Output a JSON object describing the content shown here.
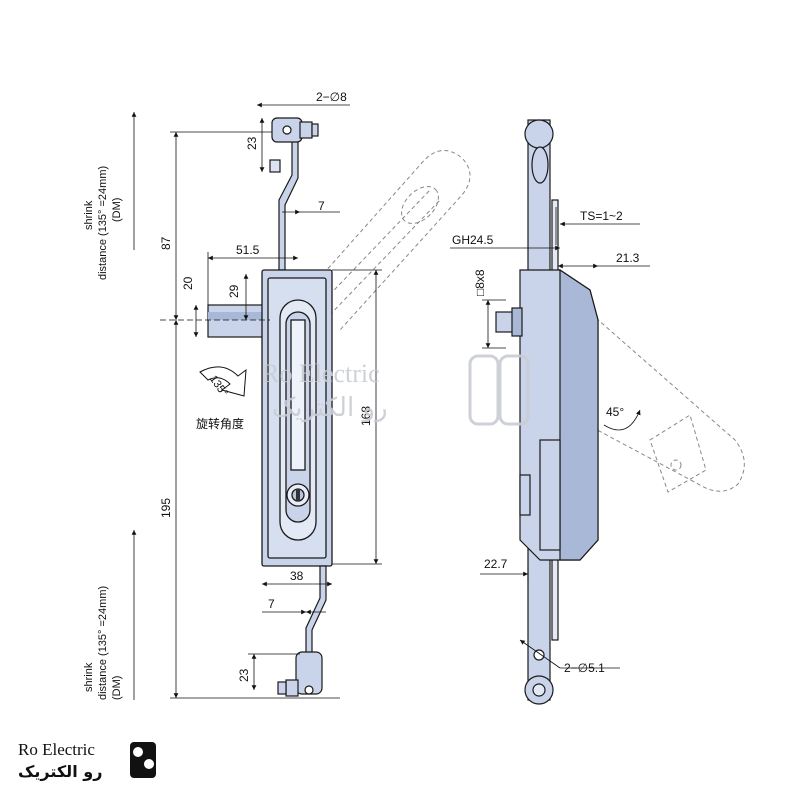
{
  "dimensions": {
    "holes_top": "2−∅8",
    "d23_top": "23",
    "d7_top": "7",
    "d87": "87",
    "d51_5": "51.5",
    "d20": "20",
    "d29": "29",
    "d168": "168",
    "d195": "195",
    "d38": "38",
    "d7_bottom": "7",
    "d23_bottom": "23",
    "ts": "TS=1~2",
    "gh": "GH24.5",
    "d21_3": "21.3",
    "square": "□8x8",
    "angle45": "45°",
    "d22_7": "22.7",
    "holes_bottom": "2−∅5.1"
  },
  "rotation": {
    "angle": "135°",
    "label": "旋转角度"
  },
  "shrink_top": {
    "line1": "shrink",
    "line2": "distance  (135°  =24mm)",
    "line3": "(DM)"
  },
  "shrink_bottom": {
    "line1": "shrink",
    "line2": "distance  (135°  =24mm)",
    "line3": "(DM)"
  },
  "watermark": {
    "en": "Ro Electric",
    "fa": "رو الکتریک"
  },
  "logo": {
    "en": "Ro Electric",
    "fa": "رو الکتریک"
  },
  "colors": {
    "body_fill": "#c9d3ea",
    "body_dark": "#aab8d8",
    "outline": "#1a1a1a"
  }
}
